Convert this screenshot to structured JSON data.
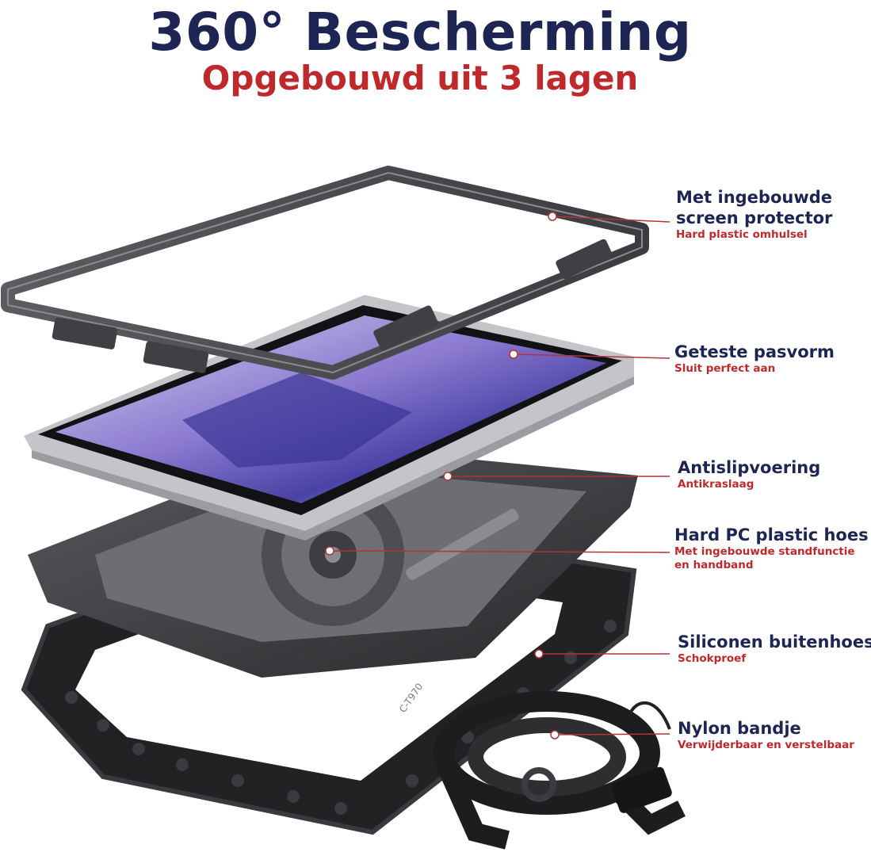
{
  "colors": {
    "navy": "#1c2553",
    "red": "#c0292b",
    "leader": "#b0343a"
  },
  "header": {
    "title": "360° Bescherming",
    "subtitle": "Opgebouwd uit 3 lagen"
  },
  "callouts": [
    {
      "lines": [
        "Met ingebouwde",
        "screen protector"
      ],
      "sub": [
        "Hard plastic omhulsel"
      ]
    },
    {
      "lines": [
        "Geteste pasvorm"
      ],
      "sub": [
        "Sluit perfect aan"
      ]
    },
    {
      "lines": [
        "Antislipvoering"
      ],
      "sub": [
        "Antikraslaag"
      ]
    },
    {
      "lines": [
        "Hard PC plastic hoes"
      ],
      "sub": [
        "Met ingebouwde standfunctie",
        "en handband"
      ]
    },
    {
      "lines": [
        "Siliconen buitenhoes"
      ],
      "sub": [
        "Schokproef"
      ]
    },
    {
      "lines": [
        "Nylon bandje"
      ],
      "sub": [
        "Verwijderbaar en verstelbaar"
      ]
    }
  ],
  "engravings": {
    "model_code": "C-T970"
  }
}
